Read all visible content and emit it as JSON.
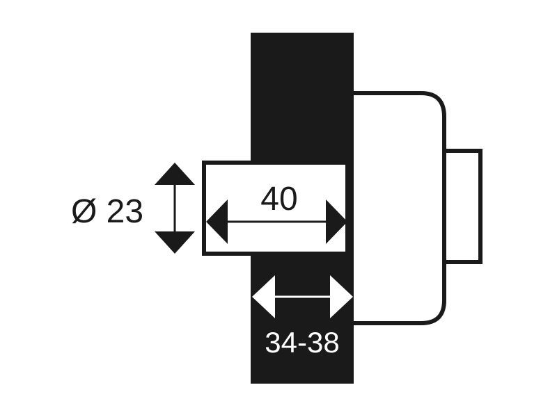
{
  "diagram": {
    "diameter_label": "Ø 23",
    "length_label": "40",
    "thickness_label": "34-38"
  },
  "colors": {
    "ink": "#1a1a1a",
    "paper": "#ffffff"
  }
}
